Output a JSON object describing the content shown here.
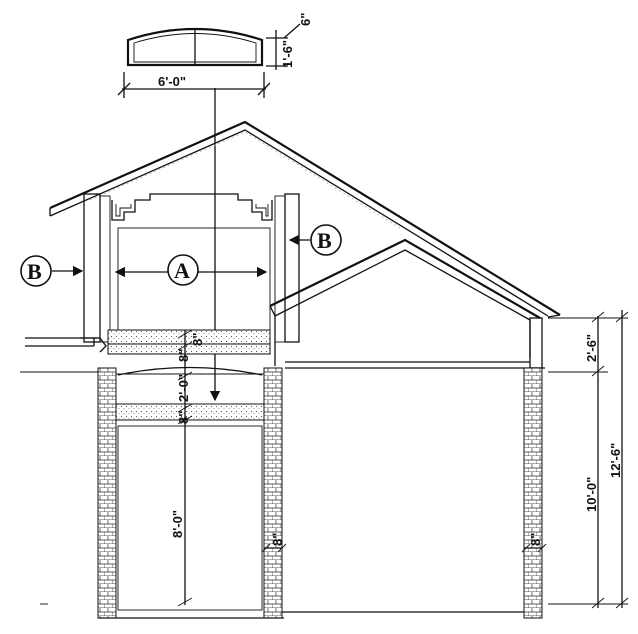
{
  "callouts": {
    "a_left_label": "B",
    "a_center_label": "A",
    "b_right_label": "B"
  },
  "dimensions": {
    "overall_width": "6'-0\"",
    "top_height": "1'-6\"",
    "top_inset": "6\"",
    "header_8a": "8\"",
    "header_8b": "8\"",
    "middle_2ft": "2'-0\"",
    "lower_8in": "8\"",
    "interior_height": "8'-0\"",
    "wall_thick_left": "8\"",
    "wall_thick_right": "8\"",
    "right_parapet": "2'-6\"",
    "right_wall": "10'-0\"",
    "right_total": "12'-6\""
  }
}
